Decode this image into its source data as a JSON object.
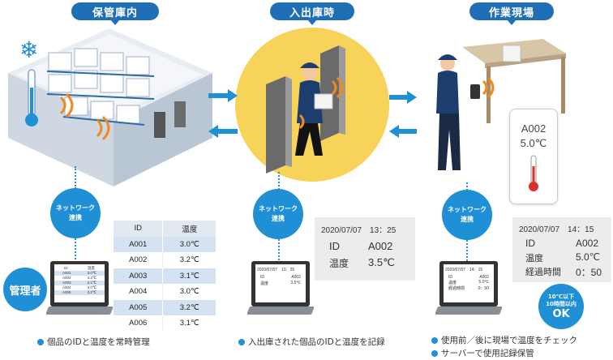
{
  "sections": {
    "storage_title": "保管庫内",
    "gate_title": "入出庫時",
    "site_title": "作業現場"
  },
  "network_badge": {
    "line1": "ネットワーク",
    "line2": "連携"
  },
  "admin_badge": "管理者",
  "storage_table": {
    "headers": [
      "ID",
      "温度"
    ],
    "rows": [
      [
        "A001",
        "3.0℃"
      ],
      [
        "A002",
        "3.2℃"
      ],
      [
        "A003",
        "3.1℃"
      ],
      [
        "A004",
        "3.0℃"
      ],
      [
        "A005",
        "3.2℃"
      ],
      [
        "A006",
        "3.1℃"
      ]
    ]
  },
  "gate_panel": {
    "timestamp": "2020/07/07　13：25",
    "id_label": "ID",
    "id_value": "A002",
    "temp_label": "温度",
    "temp_value": "3.5℃"
  },
  "site_panel": {
    "timestamp": "2020/07/07　14：15",
    "id_label": "ID",
    "id_value": "A002",
    "temp_label": "温度",
    "temp_value": "5.0℃",
    "elapsed_label": "経過時間",
    "elapsed_value": "0：50"
  },
  "phone_screen": {
    "id": "A002",
    "temp": "5.0℃"
  },
  "ok_bubble": {
    "line1": "10℃以下",
    "line2": "10時間以内",
    "line3": "OK"
  },
  "captions": {
    "storage": "個品のIDと温度を常時管理",
    "gate": "入出庫された個品のIDと温度を記録",
    "site_1": "使用前／後に現場で温度をチェック",
    "site_2": "サーバーで使用記録保管"
  },
  "colors": {
    "accent": "#1f6fb6",
    "badge": "#1f8fd6",
    "highlight": "#f7d35a"
  }
}
